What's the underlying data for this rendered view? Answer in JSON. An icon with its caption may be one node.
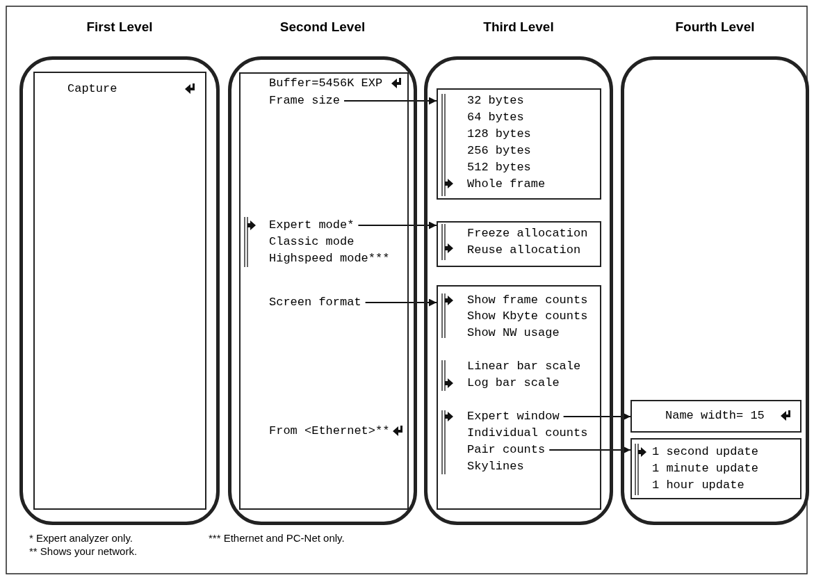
{
  "diagram": {
    "nodes": [
      {
        "text": [
          "First Level"
        ]
      },
      {
        "text": [
          "Capture"
        ],
        "in": 0
      },
      {
        "text": [
          "Second Level"
        ]
      },
      {
        "text": [],
        "shape": "box",
        "in": 2
      },
      {
        "text": [
          "Buffer=5456K EXP"
        ],
        "in": 3
      },
      {
        "text": [
          "Frame size"
        ],
        "in": 3
      },
      {
        "text": [
          "Expert mode*"
        ],
        "in": 3
      },
      {
        "text": [
          "Classic mode"
        ],
        "in": 3
      },
      {
        "text": [
          "Highspeed mode***"
        ],
        "in": 3
      },
      {
        "text": [
          "Screen format"
        ],
        "in": 3
      },
      {
        "text": [
          "From <Ethernet>**"
        ],
        "in": 3
      },
      {
        "text": [
          "Third Level"
        ]
      },
      {
        "text": [
          "32 bytes",
          "64 bytes",
          "128 bytes",
          "256 bytes",
          "512 bytes",
          "Whole frame"
        ],
        "in": 11
      },
      {
        "text": [
          "Freeze allocation",
          "Reuse allocation"
        ],
        "in": 11
      },
      {
        "text": [],
        "shape": "box",
        "in": 11
      },
      {
        "text": [
          "Show frame counts"
        ],
        "in": 14
      },
      {
        "text": [
          "Show Kbyte counts"
        ],
        "in": 14
      },
      {
        "text": [
          "Show NW usage"
        ],
        "in": 14
      },
      {
        "text": [
          "Linear bar scale"
        ],
        "in": 14
      },
      {
        "text": [
          "Log bar scale"
        ],
        "in": 14
      },
      {
        "text": [
          "Expert window"
        ],
        "in": 14
      },
      {
        "text": [
          "Individual counts"
        ],
        "in": 14
      },
      {
        "text": [
          "Pair counts"
        ],
        "in": 14
      },
      {
        "text": [
          "Skylines"
        ],
        "in": 14
      },
      {
        "text": [
          "Fourth Level"
        ]
      },
      {
        "text": [
          "Name width= 15"
        ],
        "in": 24
      },
      {
        "text": [
          "1 second update",
          "1 minute update",
          "1 hour update"
        ],
        "in": 24
      }
    ],
    "edges": [
      {
        "from": 5,
        "to": 12,
        "arrow": "to"
      },
      {
        "from": 6,
        "to": 13,
        "arrow": "to"
      },
      {
        "from": 9,
        "to": 14,
        "arrow": "to"
      },
      {
        "from": 20,
        "to": 25,
        "arrow": "to"
      },
      {
        "from": 22,
        "to": 26,
        "arrow": "to"
      }
    ],
    "labels": [
      "* Expert analyzer only.",
      "*** Ethernet and PC-Net only.",
      "** Shows your network."
    ]
  }
}
